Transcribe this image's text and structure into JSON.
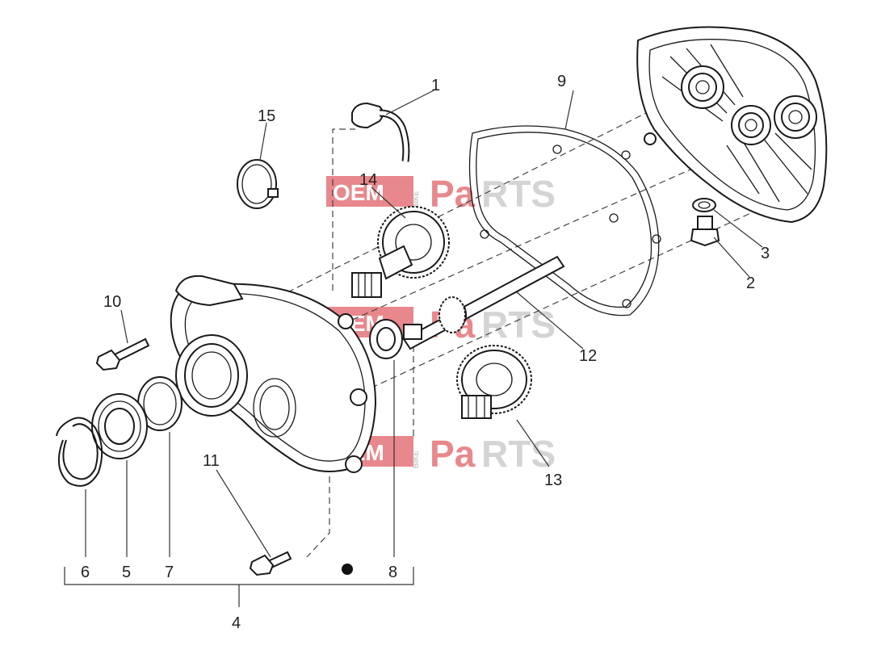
{
  "watermark": {
    "part1": "OEM",
    "part2": "BIKE",
    "part3": "Pa",
    "part4": "RTS"
  },
  "accent_color": "#e8888c",
  "callouts": [
    "1",
    "2",
    "3",
    "4",
    "5",
    "6",
    "7",
    "8",
    "9",
    "10",
    "11",
    "12",
    "13",
    "14",
    "15"
  ]
}
